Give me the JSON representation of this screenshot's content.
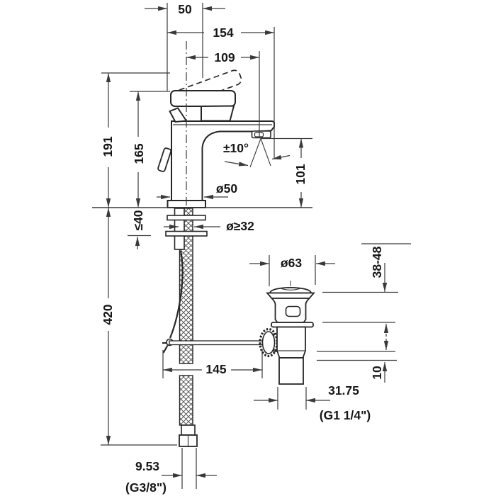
{
  "drawing": {
    "title": "single-lever-basin-mixer-dimension-drawing",
    "colors": {
      "background": "#ffffff",
      "line": "#2a2a2a",
      "dimension_line": "#3a3a3a",
      "text": "#161616"
    },
    "dims": {
      "handle_depth": "50",
      "total_depth": "154",
      "spout_reach": "109",
      "height_handle_raised": "191",
      "height_body": "165",
      "spray_angle": "±10°",
      "spout_height": "101",
      "base_diameter": "ø50",
      "mounting_thickness": "≤40",
      "hole_diameter": "ø≥32",
      "hose_length": "420",
      "waste_flange_diameter": "ø63",
      "clamp_range": "38-48",
      "rod_offset": "145",
      "locknut_gap": "10",
      "waste_thread_diameter": "31.75",
      "waste_thread_label": "(G1 1/4\")",
      "hose_thread_diameter": "9.53",
      "hose_thread_label": "(G3/8\")"
    }
  }
}
